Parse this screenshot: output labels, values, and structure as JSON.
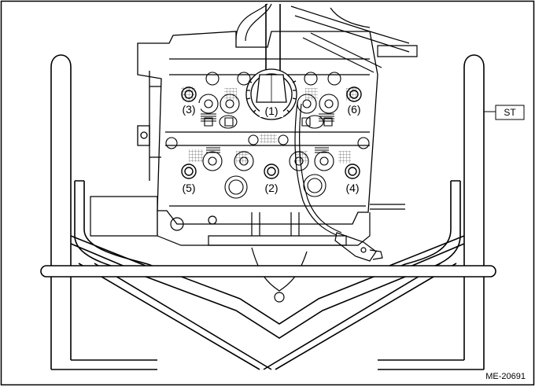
{
  "labels": {
    "l1": "(1)",
    "l2": "(2)",
    "l3": "(3)",
    "l4": "(4)",
    "l5": "(5)",
    "l6": "(6)"
  },
  "tool_label": "ST",
  "figure_code": "ME-20691",
  "colors": {
    "line": "#000000",
    "background": "#ffffff",
    "hatch": "#000000"
  }
}
